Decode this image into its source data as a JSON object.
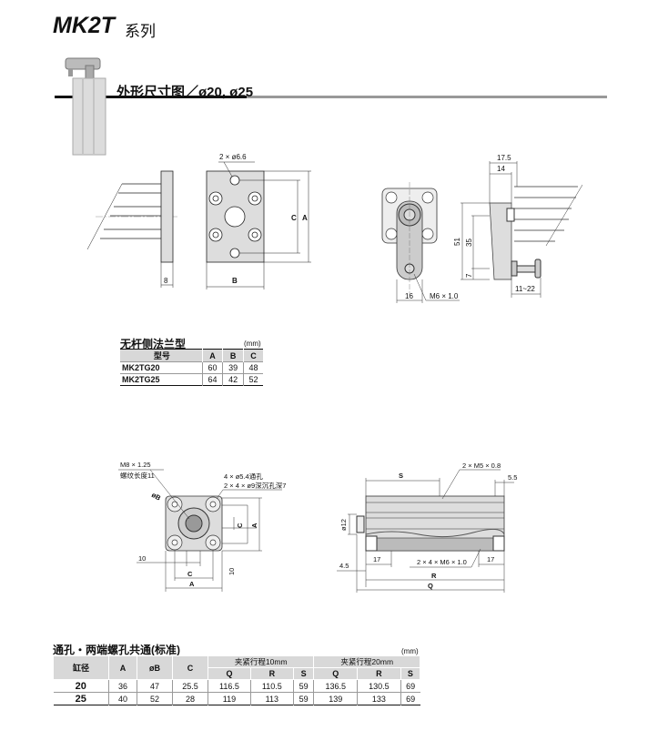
{
  "header": {
    "title": "MK2T",
    "title_suffix": "系列",
    "section_heading": "外形尺寸图／ø20, ø25"
  },
  "drawing_top": {
    "hole_label": "2 × ø6.6",
    "dim_8": "8",
    "dim_B": "B",
    "dim_C": "C",
    "dim_A": "A",
    "dim_17_5": "17.5",
    "dim_14": "14",
    "dim_51": "51",
    "dim_35": "35",
    "dim_7": "7",
    "dim_16": "16",
    "thread": "M6 × 1.0",
    "stroke_range": "11~22"
  },
  "flange_table": {
    "caption": "无杆侧法兰型",
    "unit": "(mm)",
    "headers": [
      "型号",
      "A",
      "B",
      "C"
    ],
    "rows": [
      [
        "MK2TG20",
        "60",
        "39",
        "48"
      ],
      [
        "MK2TG25",
        "64",
        "42",
        "52"
      ]
    ]
  },
  "drawing_bottom": {
    "thread": "M8 × 1.25",
    "thread_len": "螺纹长度11",
    "through_hole": "4 × ø5.4通孔",
    "counterbore": "2 × 4 × ø9深沉孔深7",
    "dim_B": "øB",
    "dim_C": "C",
    "dim_A": "A",
    "dim_10a": "10",
    "dim_10b": "10",
    "side_thread": "2 × M5 × 0.8",
    "dim_S": "S",
    "dim_5_5": "5.5",
    "dim_12": "ø12",
    "dim_17a": "17",
    "dim_17b": "17",
    "bottom_thread": "2 × 4 × M6 × 1.0",
    "dim_4_5": "4.5",
    "dim_R": "R",
    "dim_Q": "Q"
  },
  "main_table": {
    "caption": "通孔・两端螺孔共通(标准)",
    "unit": "(mm)",
    "col_bore": "缸径",
    "col_A": "A",
    "col_B": "øB",
    "col_C": "C",
    "group1": "夹紧行程10mm",
    "group2": "夹紧行程20mm",
    "sub": [
      "Q",
      "R",
      "S",
      "Q",
      "R",
      "S"
    ],
    "rows": [
      [
        "20",
        "36",
        "47",
        "25.5",
        "116.5",
        "110.5",
        "59",
        "136.5",
        "130.5",
        "69"
      ],
      [
        "25",
        "40",
        "52",
        "28",
        "119",
        "113",
        "59",
        "139",
        "133",
        "69"
      ]
    ]
  }
}
